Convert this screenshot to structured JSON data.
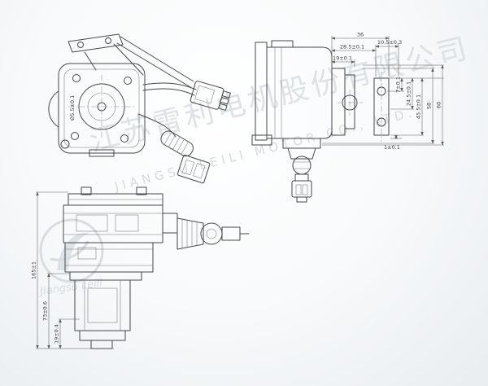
{
  "watermark": {
    "cn_text": "江苏雷利电机股份有限公司",
    "en_text": "JIANGSU LEILI MOTOR CO., LTD.",
    "logo_script": "Jiangsu Leili"
  },
  "drawing": {
    "front_view": {
      "hole_callout": "Ø5.5±0.1"
    },
    "side_view": {
      "total_width": "36",
      "width_a": "28.5±0.1",
      "width_b": "10.5±0.3",
      "width_c": "19±0.1",
      "height_a": "7±0.1",
      "height_b": "24.5±0.1",
      "height_c": "45.5±0.1",
      "height_d": "58",
      "height_e": "60",
      "clearance": "1±0.1"
    },
    "lower_view": {
      "total_height": "165±1",
      "body_height": "73±0.6",
      "base_height": "19±0.4"
    }
  },
  "colors": {
    "line": "#45474a",
    "dim_line": "#5a5d60",
    "dim_text": "#3c3e40",
    "watermark": "#d5dbe0",
    "background_edge": "#e9edf0"
  }
}
